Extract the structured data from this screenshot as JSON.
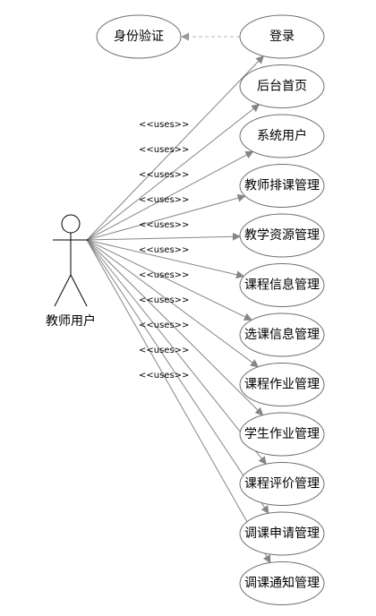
{
  "actor": {
    "name": "教师用户"
  },
  "relation_label": "<<uses>>",
  "auth_usecase": "身份验证",
  "usecases": [
    "登录",
    "后台首页",
    "系统用户",
    "教师排课管理",
    "教学资源管理",
    "课程信息管理",
    "选课信息管理",
    "课程作业管理",
    "学生作业管理",
    "课程评价管理",
    "调课申请管理",
    "调课通知管理"
  ]
}
